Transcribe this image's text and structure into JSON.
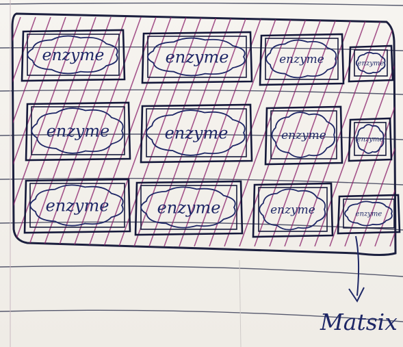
{
  "diagram": {
    "cell_label": "enzyme",
    "matrix_label": "Matsix",
    "rows": [
      [
        "enzyme",
        "enzyme",
        "enzyme",
        "enzyme"
      ],
      [
        "enzyme",
        "enzyme",
        "enzyme",
        "enzyme"
      ],
      [
        "enzyme",
        "enzyme",
        "enzyme",
        "enzyme"
      ]
    ]
  },
  "colors": {
    "paper": "#f4f2ee",
    "ruled_line": "#2b2f4a",
    "ink_blue": "#1e2766",
    "hatch_magenta": "#8a1f6a"
  }
}
